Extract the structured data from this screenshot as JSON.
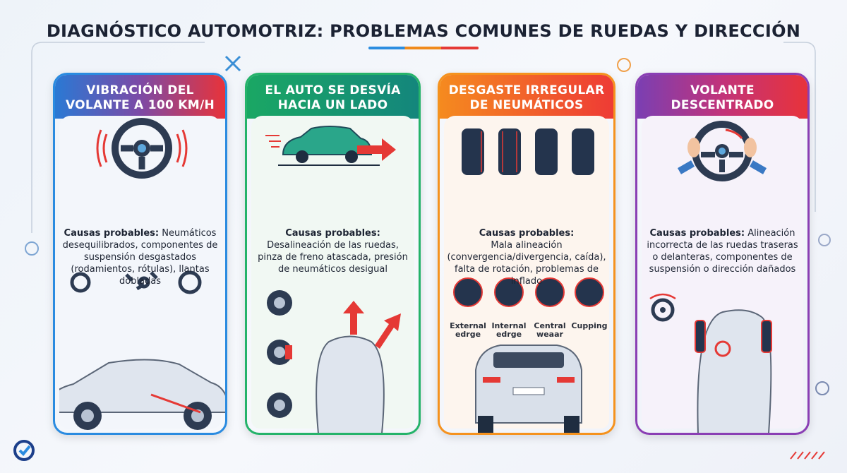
{
  "title": "DIAGNÓSTICO AUTOMOTRIZ: PROBLEMAS COMUNES DE RUEDAS Y DIRECCIÓN",
  "cards": [
    {
      "title_line1": "VIBRACIÓN DEL",
      "title_line2": "VOLANTE A 100 KM/H",
      "causes_label": "Causas probables:",
      "causes_text": "Neumáticos desequilibrados, componentes de suspensión desgastados (rodamientos, rótulas), llantas dobladas"
    },
    {
      "title_line1": "EL AUTO SE DESVÍA",
      "title_line2": "HACIA UN LADO",
      "causes_label": "Causas probables:",
      "causes_text": "Desalineación de las ruedas, pinza de freno atascada, presión de neumáticos desigual"
    },
    {
      "title_line1": "DESGASTE IRREGULAR",
      "title_line2": "DE NEUMÁTICOS",
      "causes_label": "Causas probables:",
      "causes_text": "Mala alineación (convergencia/divergencia, caída), falta de rotación, problemas de inflado",
      "wear_types": [
        "External edrge",
        "Internal edrge",
        "Central weaar",
        "Cupping"
      ]
    },
    {
      "title_line1": "VOLANTE",
      "title_line2": "DESCENTRADO",
      "causes_label": "Causas probables:",
      "causes_text": "Alineación incorrecta de las ruedas traseras o delanteras, componentes de suspensión o dirección dañados"
    }
  ],
  "colors": {
    "blue": "#2a8be0",
    "green": "#25b36a",
    "orange": "#f5921e",
    "purple": "#8a3fb4",
    "red": "#e53935"
  }
}
